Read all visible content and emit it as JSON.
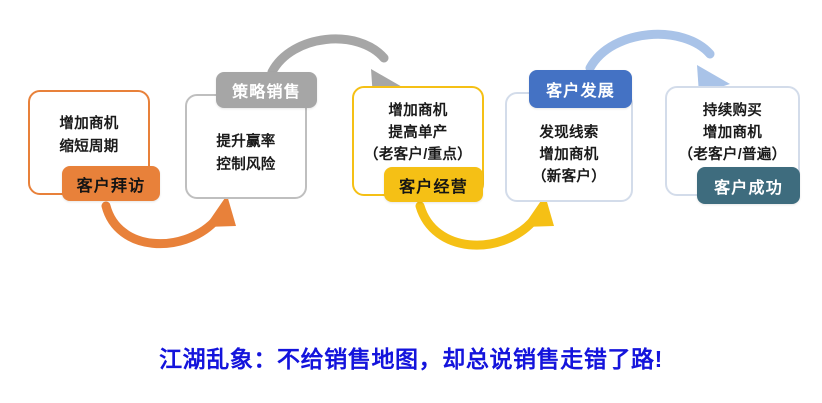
{
  "diagram": {
    "title_caption": "江湖乱象：不给销售地图，却总说销售走错了路!",
    "caption_color": "#1414DC",
    "stages": [
      {
        "id": "stage-customer-visit",
        "label": "客户拜访",
        "label_position": "bottom-right",
        "chip_color": "#E8813A",
        "chip_text_color": "#141414",
        "border_color": "#E8813A",
        "lines": [
          "增加商机",
          "缩短周期"
        ]
      },
      {
        "id": "stage-strategic-selling",
        "label": "策略销售",
        "label_position": "top-right",
        "chip_color": "#A6A6A6",
        "chip_text_color": "#FFFFFF",
        "border_color": "#BFBFBF",
        "lines": [
          "提升赢率",
          "控制风险"
        ]
      },
      {
        "id": "stage-customer-management",
        "label": "客户经营",
        "label_position": "bottom-right",
        "chip_color": "#F5C015",
        "chip_text_color": "#141414",
        "border_color": "#F5C015",
        "lines": [
          "增加商机",
          "提高单产",
          "（老客户/重点）"
        ]
      },
      {
        "id": "stage-customer-development",
        "label": "客户发展",
        "label_position": "top-left",
        "chip_color": "#4472C4",
        "chip_text_color": "#FFFFFF",
        "border_color": "#D3DCEA",
        "lines": [
          "发现线索",
          "增加商机",
          "（新客户）"
        ]
      },
      {
        "id": "stage-customer-success",
        "label": "客户成功",
        "label_position": "bottom-left",
        "chip_color": "#3E6C7E",
        "chip_text_color": "#FFFFFF",
        "border_color": "#D3DCEA",
        "lines": [
          "持续购买",
          "增加商机",
          "（老客户/普遍）"
        ]
      }
    ],
    "connectors": [
      {
        "id": "connector-1",
        "from": "stage-customer-visit",
        "to": "stage-strategic-selling",
        "color": "#E8813A",
        "direction": "below-upward"
      },
      {
        "id": "connector-2",
        "from": "stage-strategic-selling",
        "to": "stage-customer-management",
        "color": "#A6A6A6",
        "direction": "above-downward"
      },
      {
        "id": "connector-3",
        "from": "stage-customer-management",
        "to": "stage-customer-development",
        "color": "#F5C015",
        "direction": "below-upward"
      },
      {
        "id": "connector-4",
        "from": "stage-customer-development",
        "to": "stage-customer-success",
        "color": "#A9C3E8",
        "direction": "above-downward"
      }
    ]
  }
}
